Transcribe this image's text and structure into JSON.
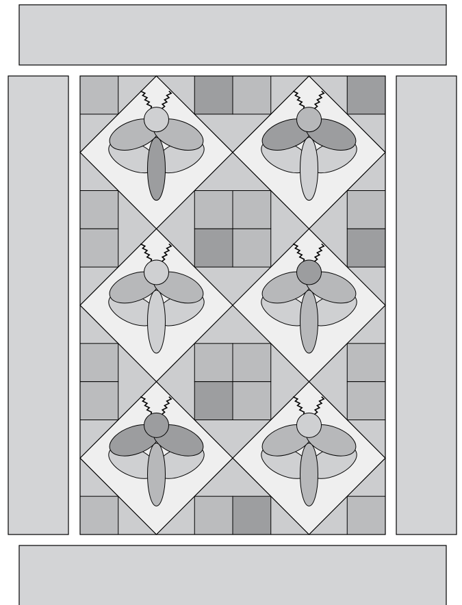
{
  "colors": {
    "page_background": "#ffffff",
    "border_strip": "#d3d4d6",
    "background_light": "#cccdcf",
    "square_light": "#bbbcbe",
    "square_dark": "#9d9ea0",
    "diamond_fill": "#efefef",
    "part_light": "#cfd0d2",
    "part_medium": "#b7b8ba",
    "part_dark": "#9c9d9f",
    "outline": "#000000"
  },
  "border_strips": [
    "top-border",
    "left-border",
    "right-border",
    "bottom-border"
  ],
  "dragonflies": [
    {
      "id": "row1-left",
      "head": "part_light",
      "upper_wings": "part_medium",
      "lower_wings": "part_light",
      "body": "part_dark"
    },
    {
      "id": "row1-right",
      "head": "part_medium",
      "upper_wings": "part_dark",
      "lower_wings": "part_light",
      "body": "part_light"
    },
    {
      "id": "row2-left",
      "head": "part_light",
      "upper_wings": "part_medium",
      "lower_wings": "part_light",
      "body": "part_light"
    },
    {
      "id": "row2-right",
      "head": "part_dark",
      "upper_wings": "part_medium",
      "lower_wings": "part_light",
      "body": "part_medium"
    },
    {
      "id": "row3-left",
      "head": "part_dark",
      "upper_wings": "part_dark",
      "lower_wings": "part_light",
      "body": "part_medium"
    },
    {
      "id": "row3-right",
      "head": "part_light",
      "upper_wings": "part_medium",
      "lower_wings": "part_light",
      "body": "part_medium"
    }
  ],
  "four_patches": [
    {
      "id": "row1-col1",
      "shades": [
        "square_light",
        "square_light",
        "square_light",
        "square_light"
      ]
    },
    {
      "id": "row1-col2",
      "shades": [
        "square_dark",
        "square_light",
        "square_dark",
        "square_light"
      ]
    },
    {
      "id": "row1-col3",
      "shades": [
        "square_dark",
        "square_dark",
        "square_dark",
        "square_dark"
      ]
    },
    {
      "id": "row2-col1",
      "shades": [
        "square_dark",
        "square_light",
        "square_light",
        "square_light"
      ]
    },
    {
      "id": "row2-col2",
      "shades": [
        "square_light",
        "square_light",
        "square_dark",
        "square_light"
      ]
    },
    {
      "id": "row2-col3",
      "shades": [
        "square_light",
        "square_light",
        "square_dark",
        "square_dark"
      ]
    },
    {
      "id": "row3-col1",
      "shades": [
        "square_dark",
        "square_light",
        "square_light",
        "square_light"
      ]
    },
    {
      "id": "row3-col2",
      "shades": [
        "square_light",
        "square_light",
        "square_dark",
        "square_light"
      ]
    },
    {
      "id": "row3-col3",
      "shades": [
        "square_light",
        "square_light",
        "square_light",
        "square_dark"
      ]
    },
    {
      "id": "row4-col1",
      "shades": [
        "square_dark",
        "square_light",
        "square_light",
        "square_light"
      ]
    },
    {
      "id": "row4-col2",
      "shades": [
        "square_light",
        "square_dark",
        "square_light",
        "square_light"
      ]
    },
    {
      "id": "row4-col3",
      "shades": [
        "square_light",
        "square_light",
        "square_light",
        "square_light"
      ]
    }
  ]
}
